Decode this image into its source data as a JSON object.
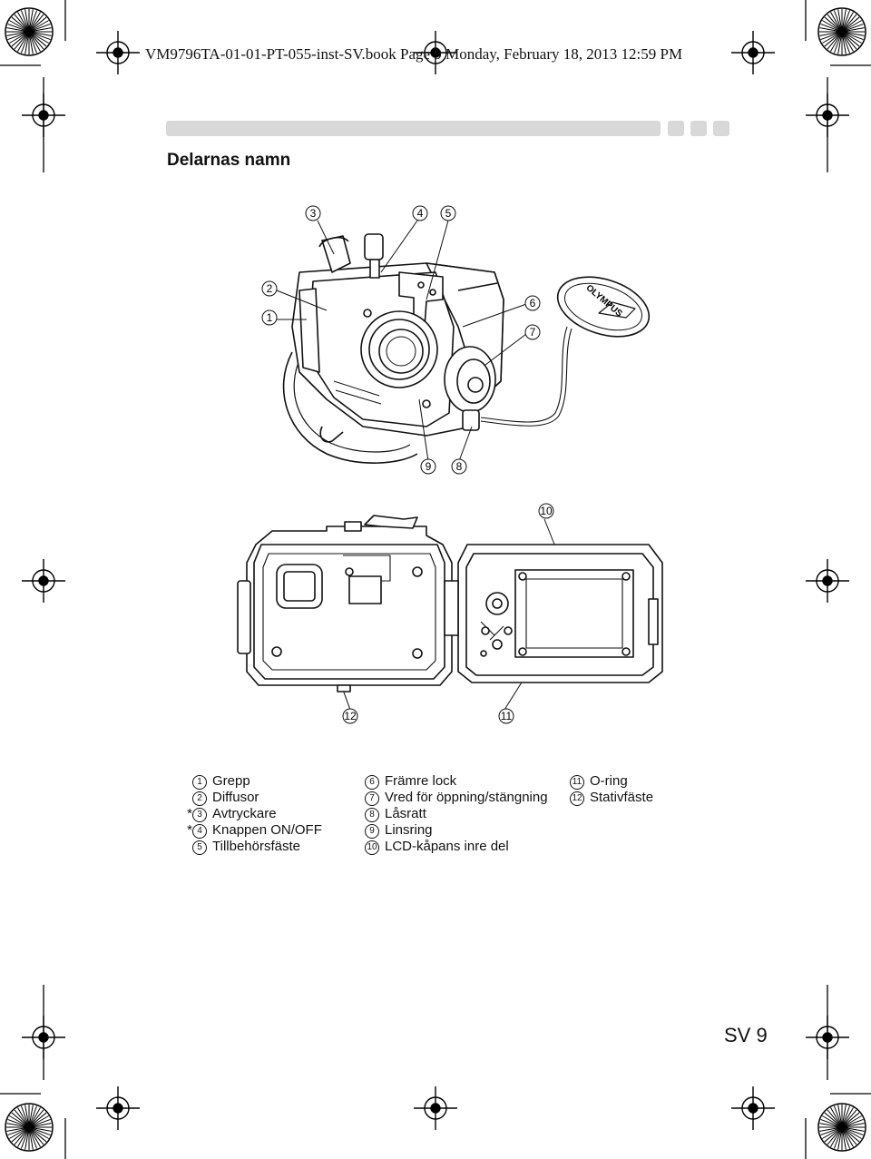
{
  "header": {
    "print_line": "VM9796TA-01-01-PT-055-inst-SV.book  Page 9  Monday, February 18, 2013  12:59 PM"
  },
  "section": {
    "title": "Delarnas namn"
  },
  "callouts": {
    "n1": "1",
    "n2": "2",
    "n3": "3",
    "n4": "4",
    "n5": "5",
    "n6": "6",
    "n7": "7",
    "n8": "8",
    "n9": "9",
    "n10": "10",
    "n11": "11",
    "n12": "12"
  },
  "logo": "OLYMPUS",
  "legend": {
    "col1": [
      {
        "num": "1",
        "star": "",
        "label": "Grepp"
      },
      {
        "num": "2",
        "star": "",
        "label": "Diffusor"
      },
      {
        "num": "3",
        "star": "*",
        "label": "Avtryckare"
      },
      {
        "num": "4",
        "star": "*",
        "label": "Knappen ON/OFF"
      },
      {
        "num": "5",
        "star": "",
        "label": "Tillbehörsfäste"
      }
    ],
    "col2": [
      {
        "num": "6",
        "label": "Främre lock"
      },
      {
        "num": "7",
        "label": "Vred för öppning/stängning"
      },
      {
        "num": "8",
        "label": "Låsratt"
      },
      {
        "num": "9",
        "label": "Linsring"
      },
      {
        "num": "10",
        "label": "LCD-kåpans inre del"
      }
    ],
    "col3": [
      {
        "num": "11",
        "label": "O-ring"
      },
      {
        "num": "12",
        "label": "Stativfäste"
      }
    ]
  },
  "footer": {
    "page_label": "SV 9"
  }
}
